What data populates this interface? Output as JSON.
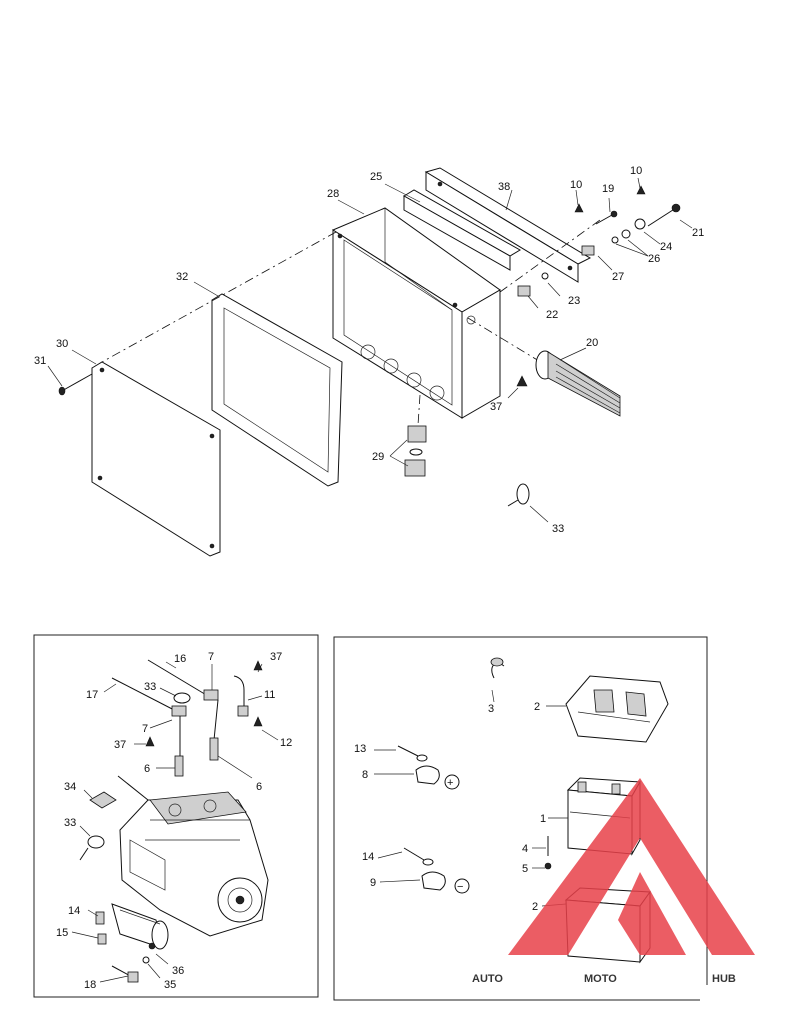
{
  "labels": {
    "top": [
      "10",
      "10",
      "19",
      "21",
      "24",
      "26",
      "27",
      "38",
      "25",
      "28",
      "32",
      "30",
      "31",
      "20",
      "23",
      "22",
      "37",
      "29",
      "33"
    ],
    "left_panel": [
      "16",
      "7",
      "37",
      "17",
      "33",
      "11",
      "7",
      "12",
      "37",
      "6",
      "6",
      "34",
      "33",
      "14",
      "15",
      "36",
      "18",
      "35"
    ],
    "right_panel": [
      "3",
      "2",
      "13",
      "8",
      "1",
      "4",
      "5",
      "14",
      "9",
      "2"
    ],
    "polarity": [
      "+",
      "−"
    ]
  },
  "watermark": {
    "parts": [
      "AUTO",
      "MOTO",
      "HUB"
    ],
    "colors": {
      "auto": "#f4b342",
      "moto": "#e8705f",
      "hub": "#4a4a4a",
      "triangle": "#e8414a"
    }
  }
}
